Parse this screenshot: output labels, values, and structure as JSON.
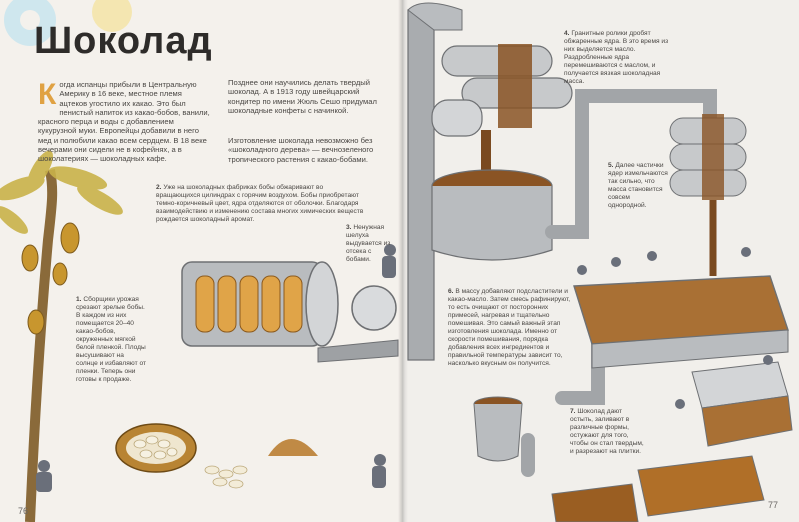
{
  "left_page": {
    "title": "Шоколад",
    "intro_dropcap": "К",
    "intro": "огда испанцы прибыли в Центральную Америку в 16 веке, местное племя ацтеков угостило их какао. Это был пенистый напиток из какао-бобов, ванили, красного перца и воды с добавлением кукурузной муки. Европейцы добавили в него мед и полюбили какао всем сердцем. В 18 веке вечерами они сидели не в кофейнях, а в шоколатериях — шоколадных кафе.",
    "history": "Позднее они научились делать твердый шоколад. А в 1913 году швейцарский кондитер по имени Жюль Сешо придумал шоколадные конфеты с начинкой.",
    "origin": "Изготовление шоколада невозможно без «шоколадного дерева» — вечнозеленого тропического растения с какао-бобами.",
    "step1_num": "1.",
    "step1": "Сборщики урожая срезают зрелые бобы. В каждом из них помещается 20–40 какао-бобов, окруженных мягкой белой пленкой. Плоды высушивают на солнце и избавляют от пленки. Теперь они готовы к продаже.",
    "step2_num": "2.",
    "step2": "Уже на шоколадных фабриках бобы обжаривают во вращающихся цилиндрах с горячим воздухом. Бобы приобретают темно-коричневый цвет, ядра отделяются от оболочки. Благодаря взаимодействию и изменению состава многих химических веществ рождается шоколадный аромат.",
    "step3_num": "3.",
    "step3": "Ненужная шелуха выдувается из отсека с бобами.",
    "page_number": "76"
  },
  "right_page": {
    "step4_num": "4.",
    "step4": "Гранитные ролики дробят обжаренные ядра. В это время из них выделяется масло. Раздробленные ядра перемешиваются с маслом, и получается вязкая шоколадная масса.",
    "step5_num": "5.",
    "step5": "Далее частички ядер измельчаются так сильно, что масса становится совсем однородной.",
    "step6_num": "6.",
    "step6": "В массу добавляют подсластители и какао-масло. Затем смесь рафинируют, то есть очищают от посторонних примесей, нагревая и тщательно помешивая. Это самый важный этап изготовления шоколада. Именно от скорости помешивания, порядка добавления всех ингредиентов и правильной температуры зависит то, насколько вкусным он получится.",
    "step7_num": "7.",
    "step7": "Шоколад дают остыть, заливают в различные формы, остужают для того, чтобы он стал твердым, и разрезают на плитки.",
    "page_number": "77"
  },
  "colors": {
    "paper": "#f4f1ec",
    "title_ink": "#2e2c2a",
    "dropcap": "#e0a243",
    "chocolate": "#6b3f1d",
    "cocoa_pod": "#c8962e",
    "metal": "#b9bcbf"
  }
}
